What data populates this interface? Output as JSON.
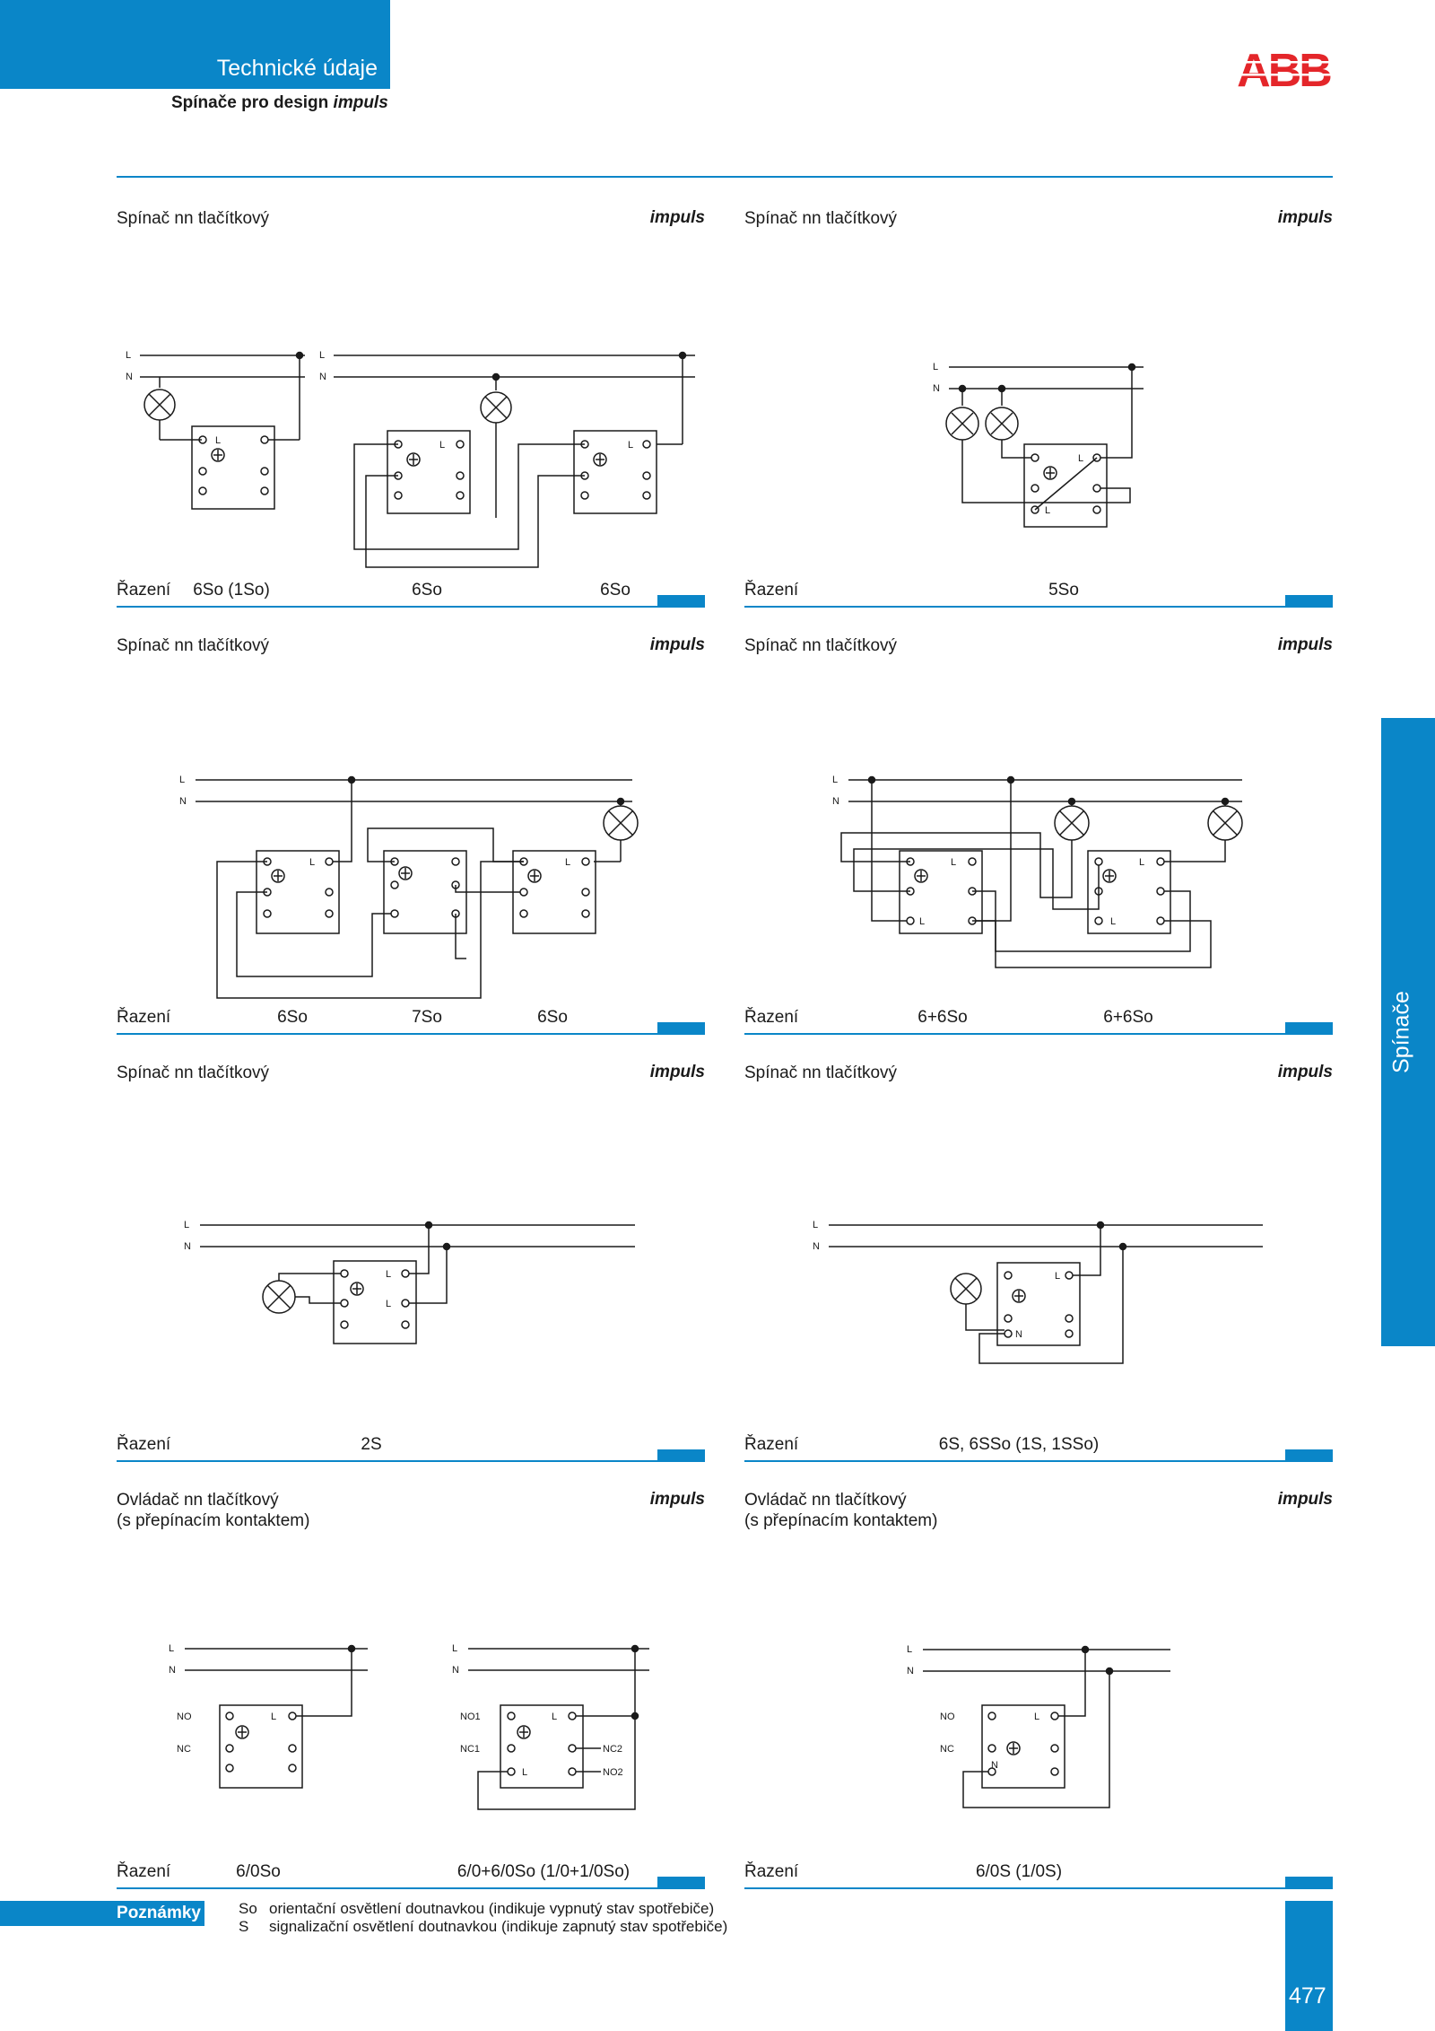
{
  "header": {
    "title": "Technické údaje",
    "subtitle_prefix": "Spínače pro design ",
    "subtitle_italic": "impuls",
    "logo": "ABB"
  },
  "brand": "impuls",
  "razeni_label": "Řazení",
  "wire_labels": {
    "L": "L",
    "N": "N",
    "NO": "NO",
    "NC": "NC",
    "NO1": "NO1",
    "NC1": "NC1",
    "NC2": "NC2",
    "NO2": "NO2"
  },
  "panels": [
    {
      "title": "Spínač nn tlačítkový",
      "values": [
        "6So (1So)",
        "6So",
        "6So"
      ]
    },
    {
      "title": "Spínač nn tlačítkový",
      "values": [
        "5So"
      ]
    },
    {
      "title": "Spínač nn tlačítkový",
      "values": [
        "6So",
        "7So",
        "6So"
      ]
    },
    {
      "title": "Spínač nn tlačítkový",
      "values": [
        "6+6So",
        "6+6So"
      ]
    },
    {
      "title": "Spínač nn tlačítkový",
      "values": [
        "2S"
      ]
    },
    {
      "title": "Spínač nn tlačítkový",
      "values": [
        "6S, 6SSo (1S, 1SSo)"
      ]
    },
    {
      "title": "Ovládač nn tlačítkový\n(s přepínacím kontaktem)",
      "values": [
        "6/0So",
        "6/0+6/0So (1/0+1/0So)"
      ]
    },
    {
      "title": "Ovládač nn tlačítkový\n(s přepínacím kontaktem)",
      "values": [
        "6/0S (1/0S)"
      ]
    }
  ],
  "side_label": "Spínače",
  "notes": {
    "label": "Poznámky",
    "items": [
      {
        "abbr": "So",
        "text": "orientační osvětlení doutnavkou (indikuje vypnutý stav spotřebiče)"
      },
      {
        "abbr": "S",
        "text": "signalizační osvětlení doutnavkou (indikuje zapnutý stav spotřebiče)"
      }
    ]
  },
  "page_number": "477",
  "colors": {
    "accent": "#0a86c8",
    "logo": "#e4262a"
  }
}
